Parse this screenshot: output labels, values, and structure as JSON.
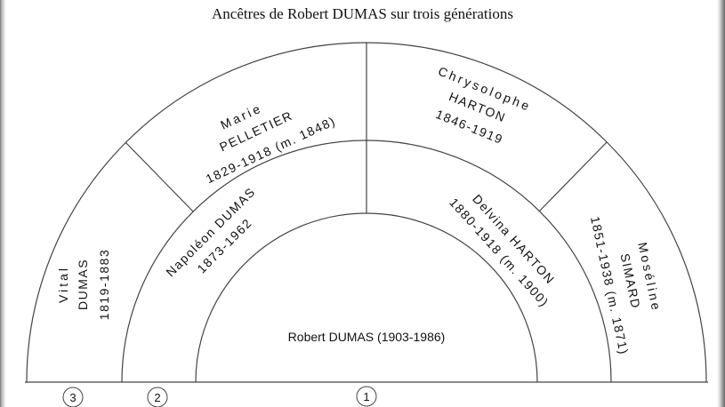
{
  "title": "Ancêtres de Robert DUMAS sur trois générations",
  "root": {
    "label": "Robert DUMAS (1903-1986)"
  },
  "generation_2": {
    "left": {
      "lines": [
        "Napoléon DUMAS",
        "1873-1962"
      ]
    },
    "right": {
      "lines": [
        "Delvina HARTON",
        "1880-1918 (m. 1900)"
      ]
    }
  },
  "generation_3": {
    "far_left": {
      "lines": [
        "Vital",
        "DUMAS",
        "1819-1883"
      ]
    },
    "inner_left": {
      "lines": [
        "Marie",
        "PELLETIER",
        "1829-1918 (m. 1848)"
      ]
    },
    "inner_right": {
      "lines": [
        "Chrysolophe",
        "HARTON",
        "1846-1919"
      ]
    },
    "far_right": {
      "lines": [
        "Moséline",
        "SIMARD",
        "1851-1938 (m. 1871)"
      ]
    }
  },
  "generation_markers": [
    "3",
    "2",
    "1"
  ]
}
